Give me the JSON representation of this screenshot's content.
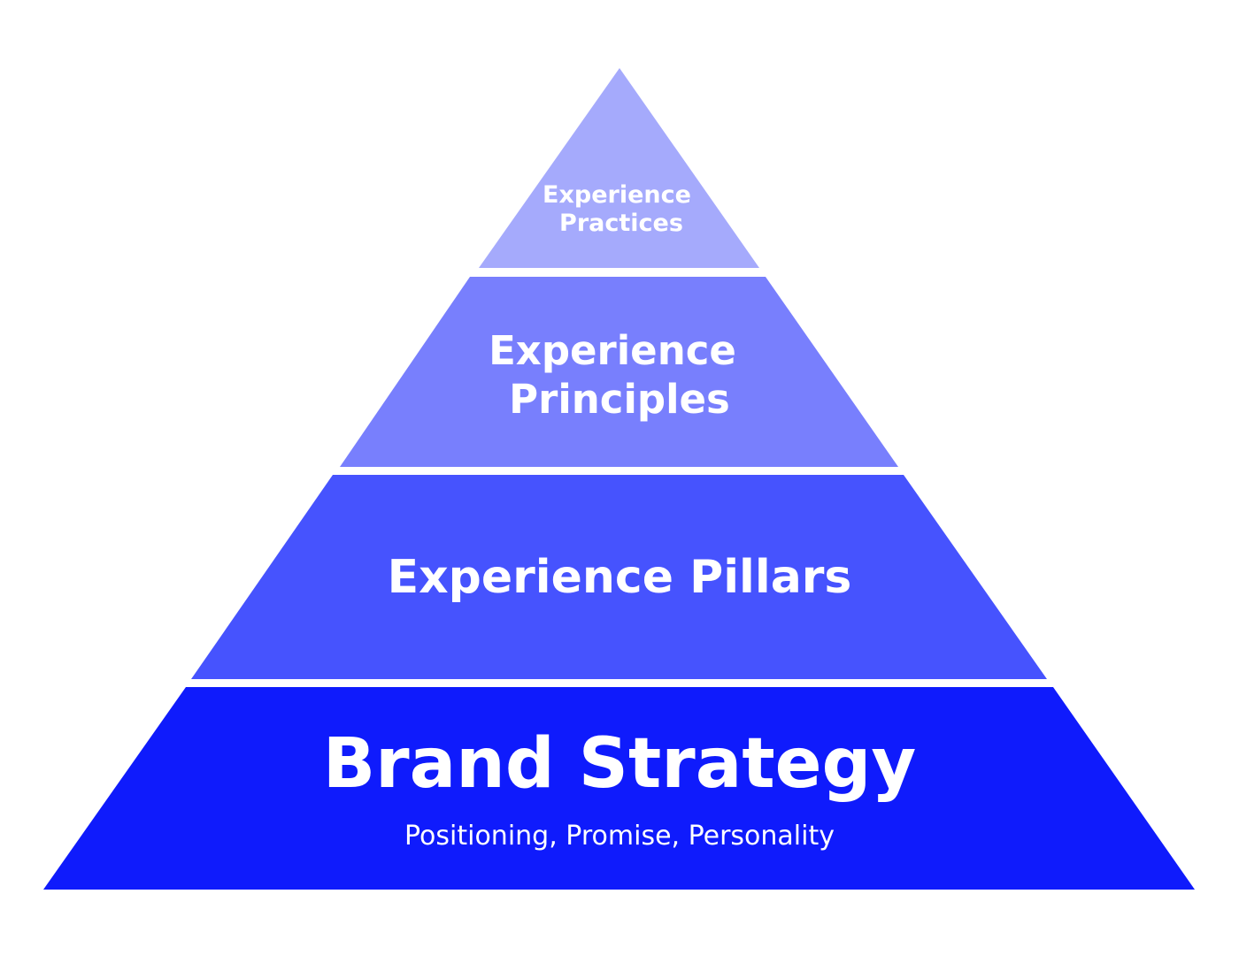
{
  "pyramid": {
    "tiers": [
      {
        "lines": [
          "Experience",
          "Practices"
        ],
        "subtitle": "",
        "color": "#a5aafc"
      },
      {
        "lines": [
          "Experience",
          "Principles"
        ],
        "subtitle": "",
        "color": "#787ffd"
      },
      {
        "lines": [
          "Experience Pillars"
        ],
        "subtitle": "",
        "color": "#4653fe"
      },
      {
        "lines": [
          "Brand Strategy"
        ],
        "subtitle": "Positioning, Promise, Personality",
        "color": "#0f1bfc"
      }
    ]
  }
}
